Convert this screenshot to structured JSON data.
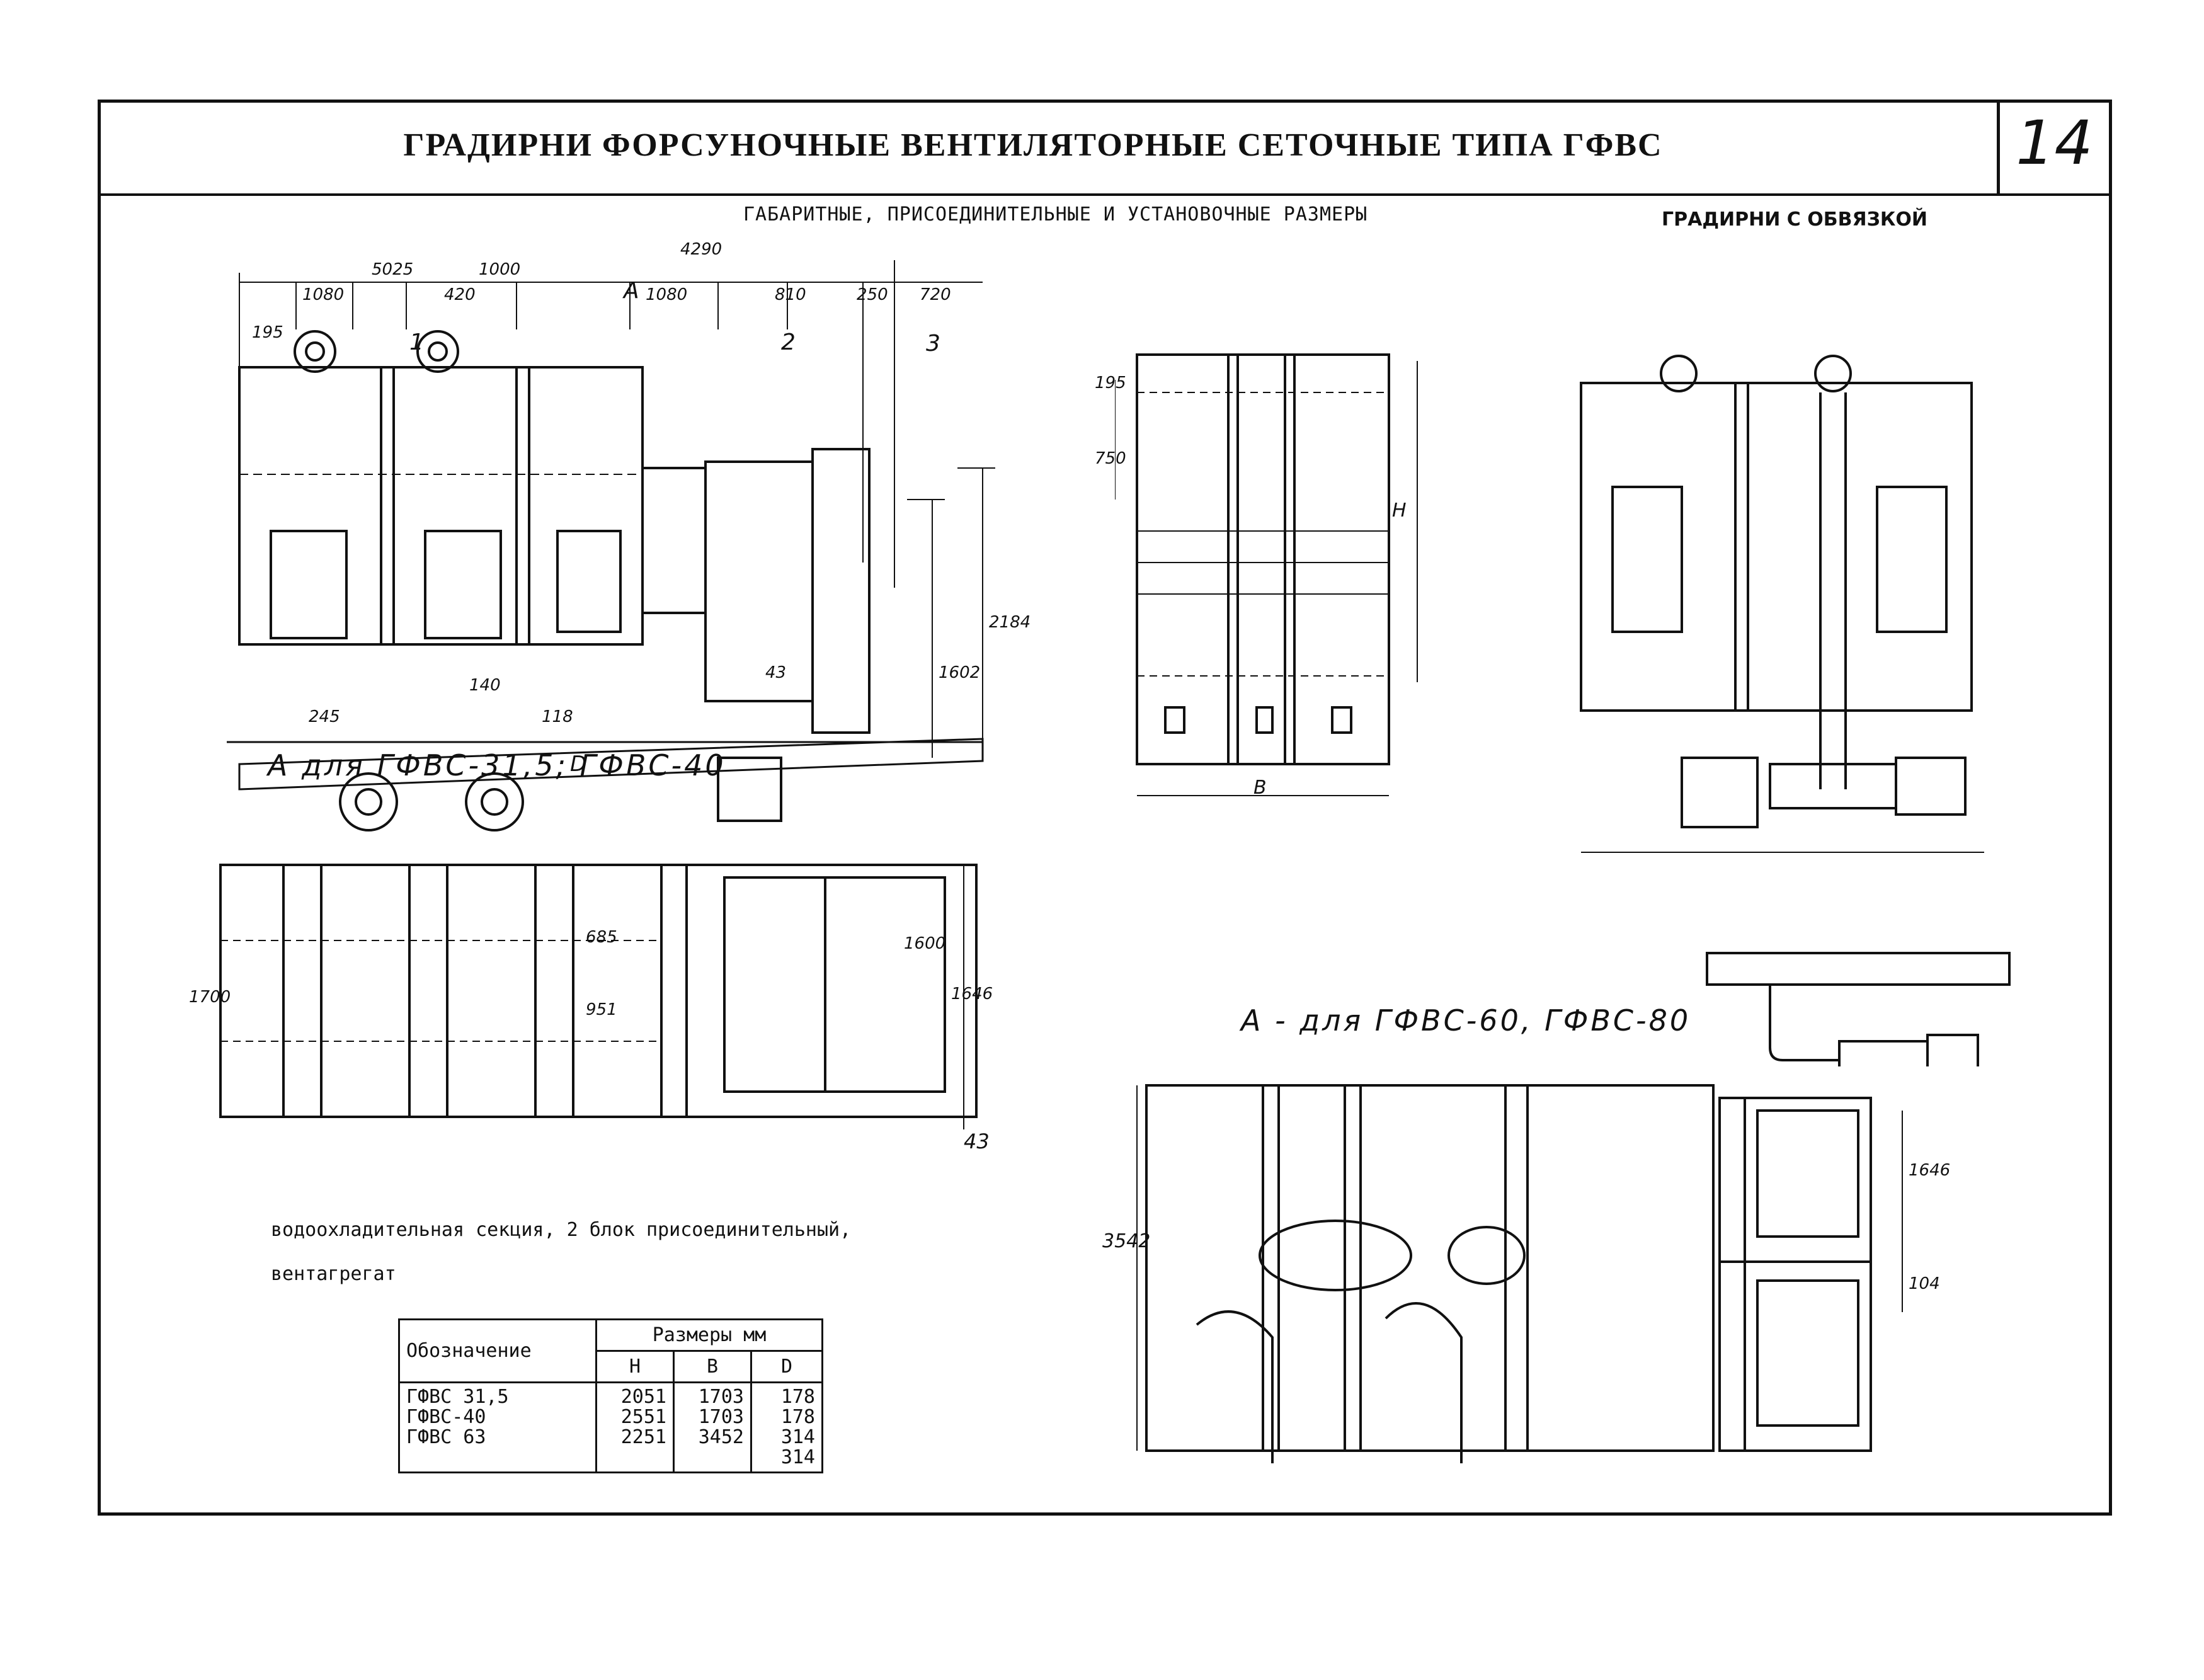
{
  "header": {
    "title": "ГРАДИРНИ ФОРСУНОЧНЫЕ ВЕНТИЛЯТОРНЫЕ СЕТОЧНЫЕ ТИПА ГФВС",
    "page_number": "14"
  },
  "subtitle": "ГАБАРИТНЫЕ, ПРИСОЕДИНИТЕЛЬНЫЕ И УСТАНОВОЧНЫЕ РАЗМЕРЫ",
  "subtitle_right": "ГРАДИРНИ С ОБВЯЗКОЙ",
  "captions": {
    "view_a_small": "A  для ГФВС-31,5; ГФВС-40",
    "view_a_large": "A - для ГФВС-60, ГФВС-80"
  },
  "legend": {
    "line1": "водоохладительная секция, 2   блок присоединительный,",
    "line2": "вентагрегат"
  },
  "dims": {
    "d5025": "5025",
    "d1000": "1000",
    "d4290": "4290",
    "d1080a": "1080",
    "d420": "420",
    "a_mark": "A",
    "d1080b": "1080",
    "d810": "810",
    "d250": "250",
    "d720": "720",
    "d195a": "195",
    "p1": "1",
    "p2": "2",
    "p3": "3",
    "d2184": "2184",
    "d1602": "1602",
    "d43a": "43",
    "d140": "140",
    "d245": "245",
    "d118": "118",
    "dD": "D",
    "d195b": "195",
    "d750": "750",
    "dH": "H",
    "dB": "B",
    "d685": "685",
    "d951": "951",
    "d1600": "1600",
    "d1646a": "1646",
    "d43b": "43",
    "d3542": "3542",
    "d1646b": "1646",
    "d104": "104",
    "d1700": "1700"
  },
  "table": {
    "header_designation": "Обозначение",
    "header_dimensions": "Размеры  мм",
    "col_h": "H",
    "col_b": "B",
    "col_d": "D",
    "designations": [
      "ГФВС 31,5",
      "ГФВС-40",
      "ГФВС 63"
    ],
    "h_values": [
      "2051",
      "2551",
      "2251"
    ],
    "b_values": [
      "1703",
      "1703",
      "3452"
    ],
    "d_values": [
      "178",
      "178",
      "314",
      "314"
    ]
  }
}
